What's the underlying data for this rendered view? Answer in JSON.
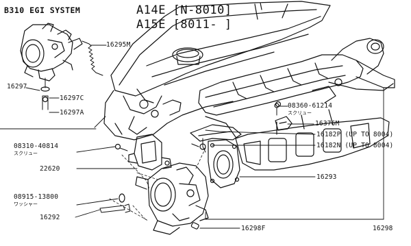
{
  "header": {
    "system_title": "B310 EGI SYSTEM",
    "model_line_1": "A14E [N-8010]",
    "model_line_2": "A15E [8011-       ]"
  },
  "parts": {
    "p16295M": "16295M",
    "p16297": "16297",
    "p16297C": "16297C",
    "p16297A": "16297A",
    "p08310": "08310-40814",
    "p08310_sub": "スクリュー",
    "p22620": "22620",
    "p08915": "08915-13800",
    "p08915_sub": "ワッシャー",
    "p16292": "16292",
    "p16298F": "16298F",
    "p08360": "08360-61214",
    "p08360_sub": "スクリュー",
    "p16376M": "16376M",
    "p16182P": "16182P (UP TO 8004)",
    "p16182N": "16182N (UP TO 8004)",
    "p16293": "16293",
    "p16298": "16298"
  },
  "colors": {
    "ink": "#111111",
    "paper": "#ffffff"
  }
}
